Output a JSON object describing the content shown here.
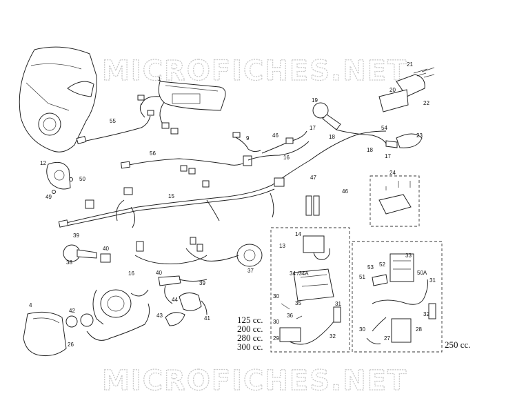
{
  "watermark": {
    "top": "MICROFICHES.NET",
    "bottom": "MICROFICHES.NET"
  },
  "displacement": {
    "left_group": [
      "125 cc.",
      "200 cc.",
      "280 cc.",
      "300 cc."
    ],
    "right_group": "250 cc."
  },
  "labels": {
    "l1": "1",
    "l4": "4",
    "l9": "9",
    "l12": "12",
    "l13": "13",
    "l14": "14",
    "l15": "15",
    "l16a": "16",
    "l16b": "16",
    "l17a": "17",
    "l17b": "17",
    "l18a": "18",
    "l18b": "18",
    "l19": "19",
    "l20": "20",
    "l21": "21",
    "l22": "22",
    "l23": "23",
    "l24": "24",
    "l26": "26",
    "l27": "27",
    "l28": "28",
    "l29": "29",
    "l30a": "30",
    "l30b": "30",
    "l30c": "30",
    "l31a": "31",
    "l31b": "31",
    "l32a": "32",
    "l32b": "32",
    "l33": "33",
    "l34": "34 /34A",
    "l35": "35",
    "l36": "36",
    "l37": "37",
    "l38": "38",
    "l39a": "39",
    "l39b": "39",
    "l40a": "40",
    "l40b": "40",
    "l41": "41",
    "l42": "42",
    "l43": "43",
    "l44": "44",
    "l46a": "46",
    "l46b": "46",
    "l47": "47",
    "l49": "49",
    "l50": "50",
    "l50A": "50A",
    "l51": "51",
    "l52": "52",
    "l53": "53",
    "l54": "54",
    "l55": "55",
    "l56": "56"
  }
}
